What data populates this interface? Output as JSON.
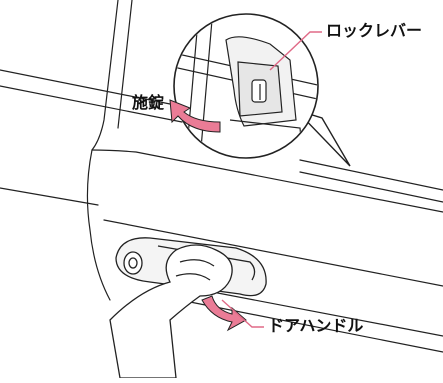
{
  "labels": {
    "lock_lever": "ロックレバー",
    "lock": "施錠",
    "door_handle": "ドアハンドル"
  },
  "colors": {
    "arrow": "#ea7c96",
    "leader": "#e06a87",
    "line": "#222222"
  }
}
